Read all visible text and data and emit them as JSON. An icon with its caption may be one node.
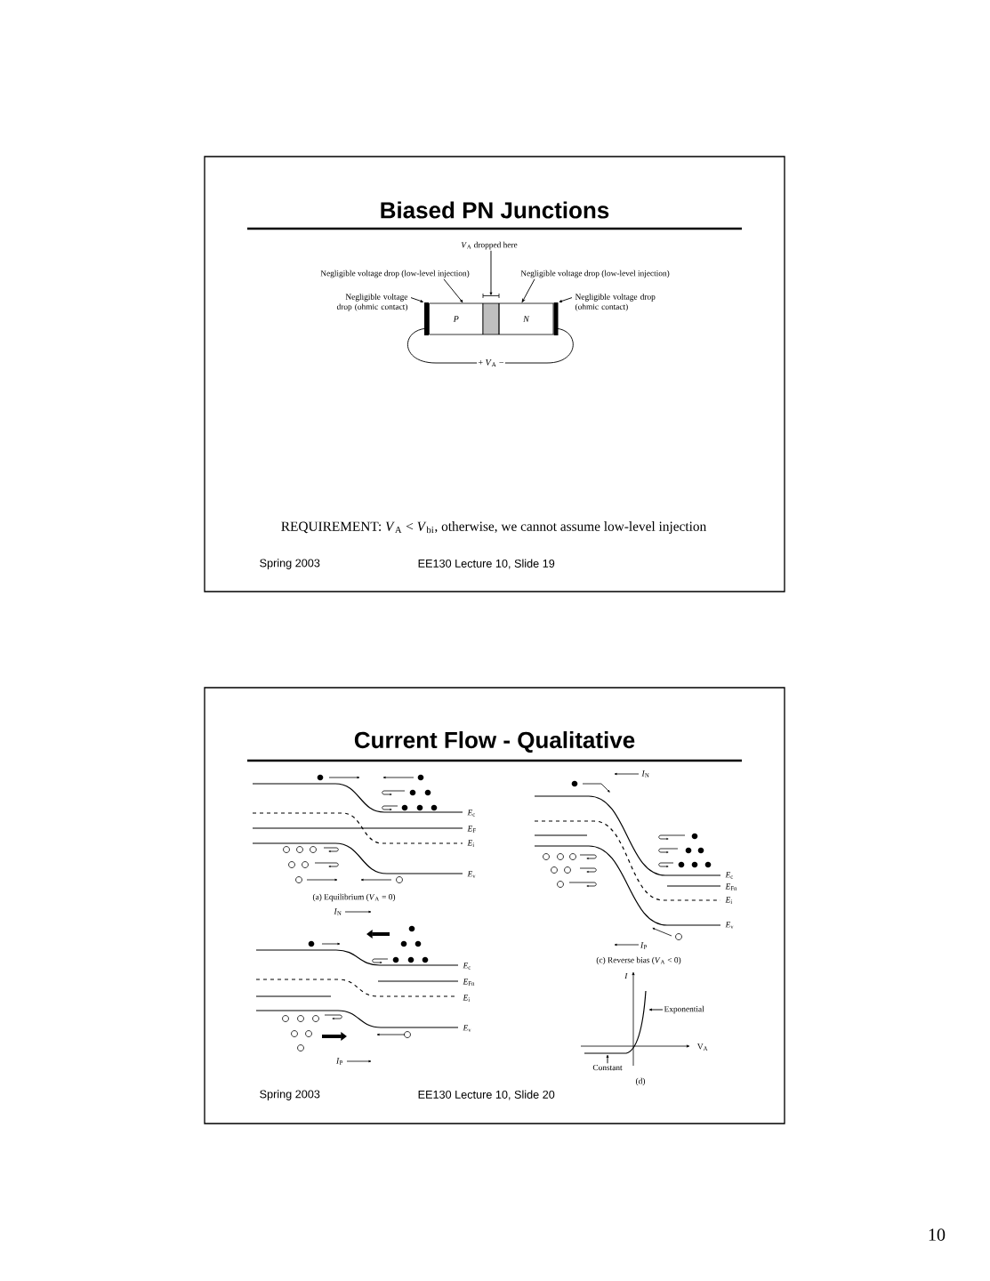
{
  "diagram": {
    "nodes": [
      {
        "text": [
          "*V*$_{A}$ dropped here"
        ]
      },
      {
        "text": [
          "Negligible voltage drop (low-level injection)"
        ]
      },
      {
        "text": [
          "Negligible voltage drop (low-level injection)"
        ]
      },
      {
        "text": [
          "Negligible voltage drop (ohmic contact)"
        ]
      },
      {
        "text": [
          "Negligible voltage drop (ohmic contact)"
        ]
      },
      {
        "text": [
          "P"
        ]
      },
      {
        "text": [],
        "shape": "box"
      },
      {
        "text": [
          "N"
        ]
      },
      {
        "text": [],
        "shape": "bar"
      },
      {
        "text": [],
        "shape": "bar"
      },
      {
        "text": [
          "Exponential"
        ]
      },
      {
        "text": [
          "Constant"
        ]
      }
    ],
    "edges": [
      {
        "from": 0,
        "to": 6,
        "arrow": "to"
      },
      {
        "from": 1,
        "to": 5,
        "arrow": "to"
      },
      {
        "from": 2,
        "to": 7,
        "arrow": "to"
      },
      {
        "from": 3,
        "to": 8,
        "arrow": "to"
      },
      {
        "from": 4,
        "to": 9,
        "arrow": "to"
      },
      {
        "from": 8,
        "to": 9,
        "arrow": "none",
        "label": "+ *V*$_{A}$ −"
      },
      {
        "from": 10,
        "to": null,
        "arrow": "to"
      },
      {
        "from": 11,
        "to": null,
        "arrow": "to"
      }
    ],
    "labels": [
      "Biased PN Junctions",
      "REQUIREMENT: *V*$_{A}$ < *V*$_{bi}$, otherwise, we cannot assume low-level injection",
      "Spring 2003",
      "EE130 Lecture 10, Slide 19",
      "Current Flow - Qualitative",
      "*E*$_{c}$",
      "*E*$_{F}$",
      "*E*$_{i}$",
      "*E*$_{v}$",
      "(a) Equilibrium (*V*$_{A}$ = 0)",
      "*I*$_{N}$",
      "*E*$_{c}$",
      "*E*$_{Fn}$",
      "*E*$_{i}$",
      "*E*$_{v}$",
      "*I*$_{P}$",
      "*I*$_{N}$",
      "*E*$_{c}$",
      "*E*$_{Fn}$",
      "*E*$_{i}$",
      "*E*$_{v}$",
      "*I*$_{P}$",
      "(c) Reverse bias (*V*$_{A}$ < 0)",
      "*I*",
      "V$_{A}$",
      "(d)",
      "Spring 2003",
      "EE130 Lecture 10, Slide 20",
      "10"
    ]
  }
}
